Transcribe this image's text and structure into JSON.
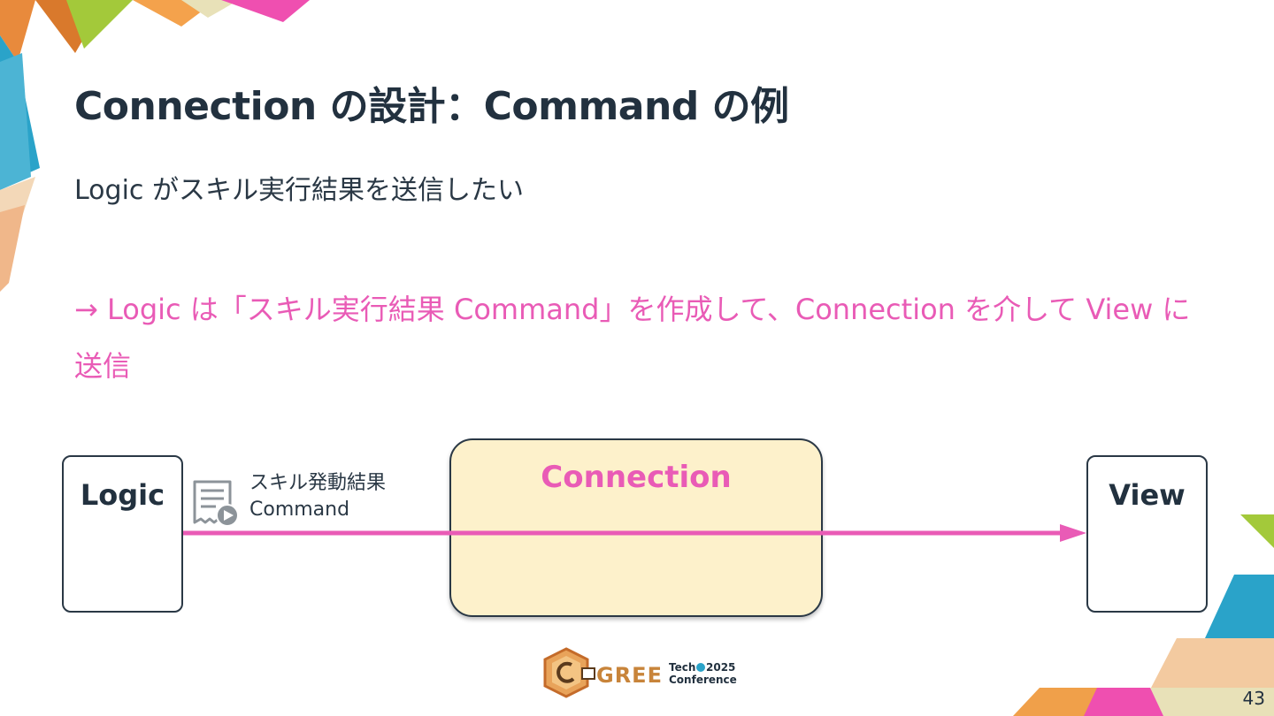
{
  "slide": {
    "title": "Connection の設計：Command の例",
    "body_line": "Logic がスキル実行結果を送信したい",
    "arrow_text": "→ Logic は「スキル実行結果 Command」を作成して、Connection を介して View に送信",
    "page_number": "43"
  },
  "diagram": {
    "logic_label": "Logic",
    "view_label": "View",
    "connection_label": "Connection",
    "command_icon": "receipt-play-icon",
    "command_label_line1": "スキル発動結果",
    "command_label_line2": "Command"
  },
  "logo": {
    "brand": "GREE",
    "line1": "Tech",
    "year": "2025",
    "line2": "Conference"
  },
  "colors": {
    "accent_pink": "#e95bb6",
    "title_navy": "#22313f",
    "connection_fill": "#fdf1cb"
  }
}
